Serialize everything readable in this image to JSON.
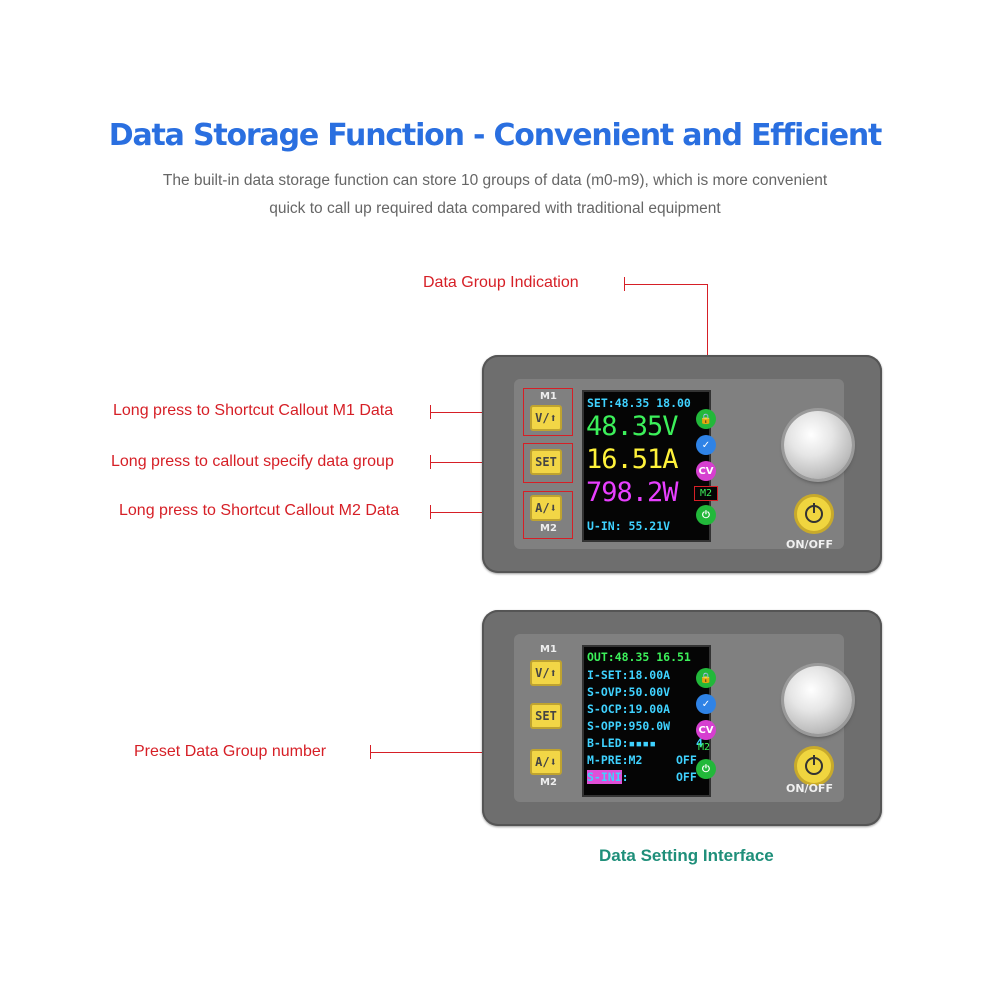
{
  "header": {
    "title": "Data Storage Function - Convenient and Efficient",
    "subtitle_line1": "The built-in data storage function can store 10 groups of data (m0-m9), which is more convenient",
    "subtitle_line2": "quick to call up required data compared with traditional equipment"
  },
  "callouts": {
    "data_group": "Data Group Indication",
    "m1": "Long press to Shortcut Callout M1 Data",
    "specify": "Long press to callout specify data group",
    "m2": "Long press to Shortcut Callout M2 Data",
    "preset": "Preset Data Group number"
  },
  "device1": {
    "m1_label": "M1",
    "m2_label": "M2",
    "btn_v": "V/⬆",
    "btn_set": "SET",
    "btn_a": "A/⬇",
    "onoff": "ON/OFF",
    "screen": {
      "set_line": "SET:48.35 18.00",
      "voltage": "48.35V",
      "current": "16.51A",
      "power": "798.2W",
      "uin": "U-IN: 55.21V",
      "group": "M2",
      "cv": "CV"
    }
  },
  "device2": {
    "m1_label": "M1",
    "m2_label": "M2",
    "btn_v": "V/⬆",
    "btn_set": "SET",
    "btn_a": "A/⬇",
    "onoff": "ON/OFF",
    "screen": {
      "out_line": "OUT:48.35 16.51",
      "iset": "I-SET:18.00A",
      "sovp": "S-OVP:50.00V",
      "socp": "S-OCP:19.00A",
      "sopp": "S-OPP:950.0W",
      "bled_label": "B-LED:",
      "bled_blocks": "▪▪▪▪",
      "bled_value": "4",
      "mpre": "M-PRE:M2",
      "mpre_value": "OFF",
      "sini_label": "S-INI",
      "sini_colon": ":",
      "sini_value": "OFF",
      "group": "M2",
      "cv": "CV"
    }
  },
  "caption": "Data Setting Interface",
  "colors": {
    "title_blue": "#2a6fe0",
    "callout_red": "#d61f26",
    "caption_teal": "#1f8f7a",
    "key_yellow": "#f2d646"
  }
}
